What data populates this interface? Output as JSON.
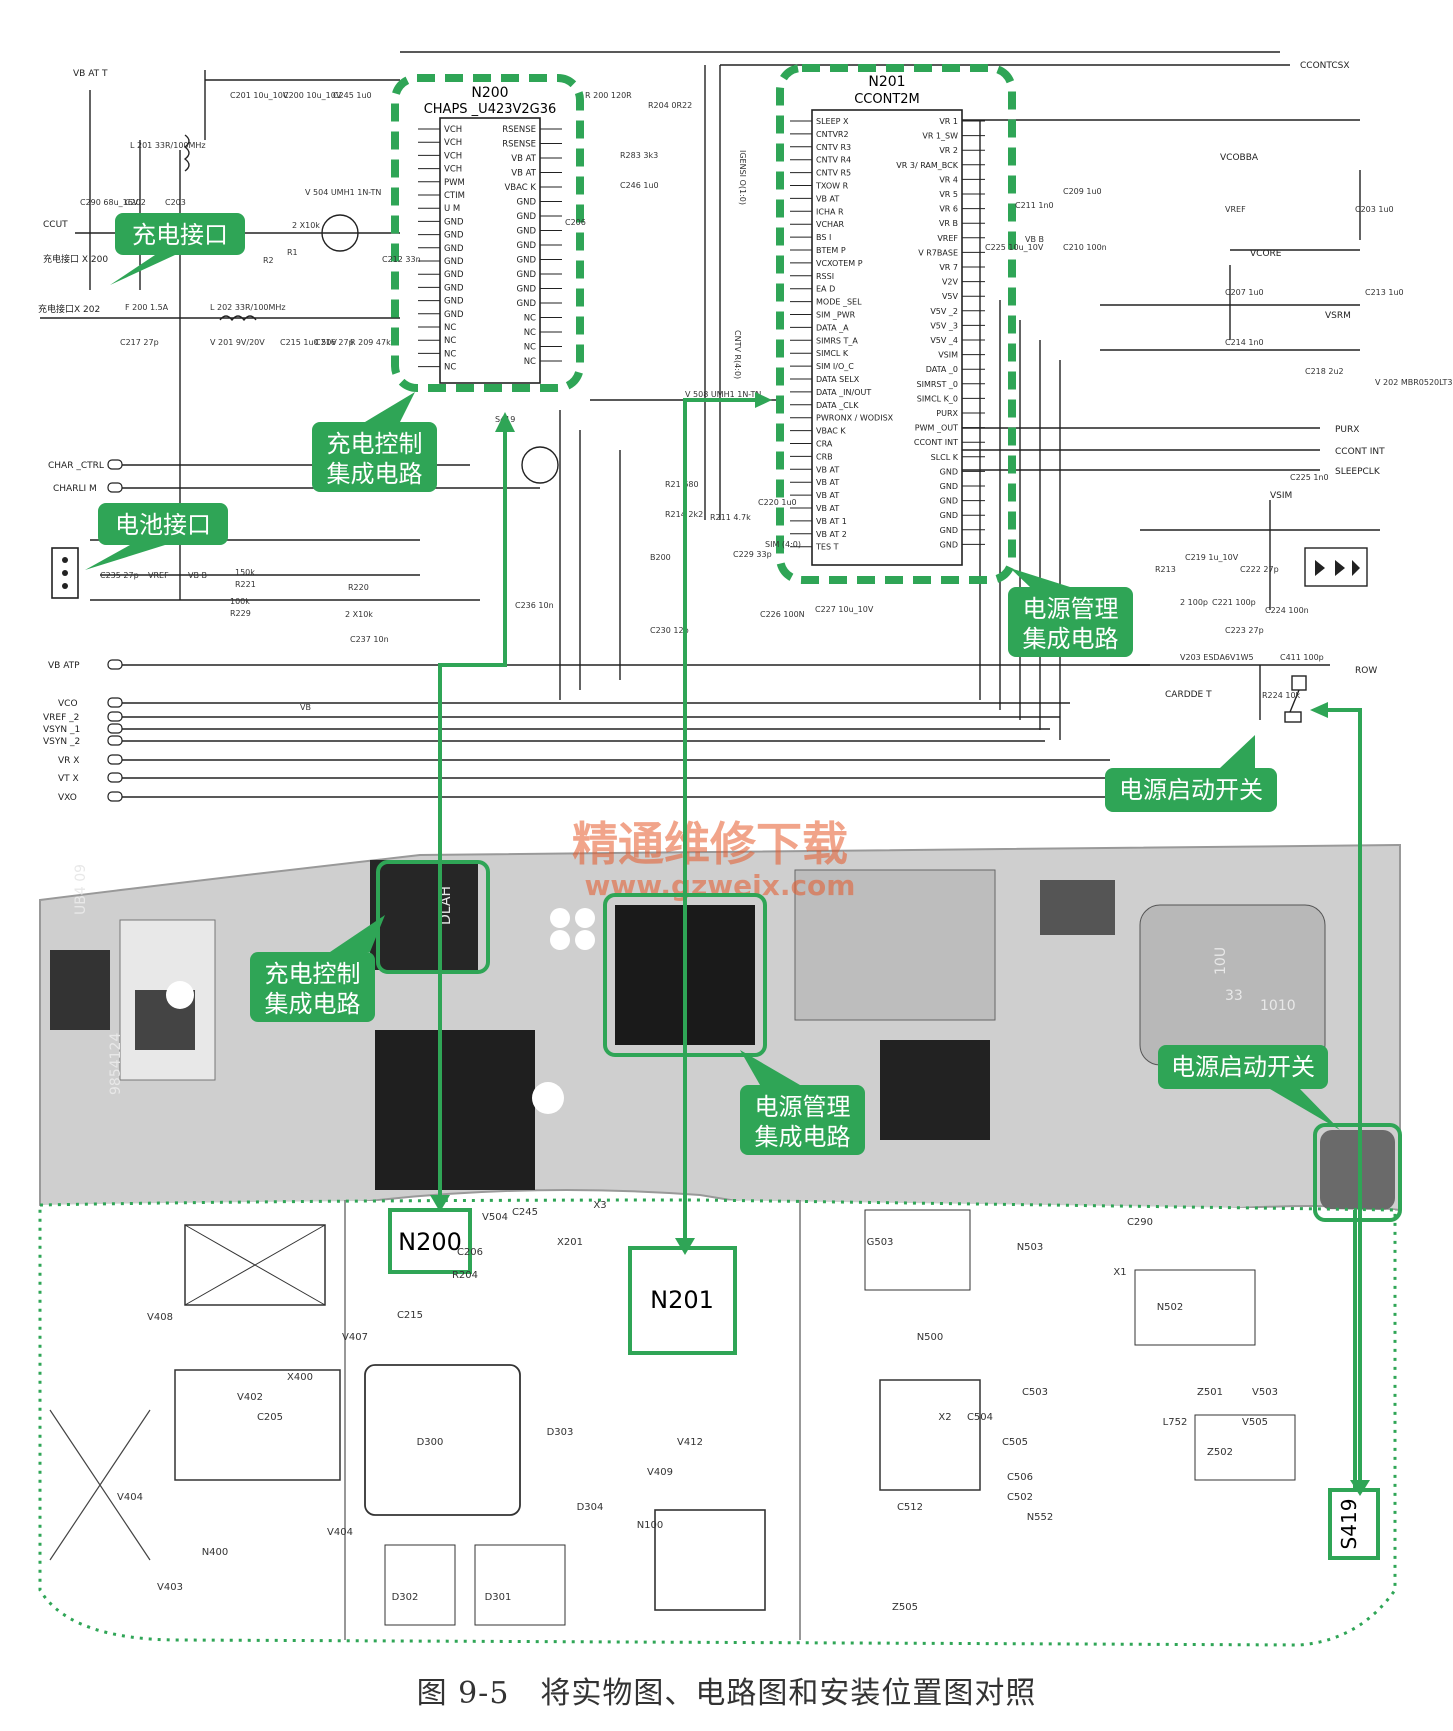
{
  "caption": "图 9-5　将实物图、电路图和安装位置图对照",
  "watermark": {
    "line1": "精通维修下载",
    "line2": "www.gzweix.com"
  },
  "colors": {
    "callout": "#2fa556",
    "callout_text": "#ffffff",
    "wire": "#222222",
    "board_bg": "#d8d8d8",
    "board_dark": "#2a2a2a",
    "watermark": "#e65a2a"
  },
  "schematic": {
    "n200": {
      "ref": "N200",
      "part": "CHAPS _U423V2G36",
      "left_pins": [
        "VCH",
        "VCH",
        "VCH",
        "VCH",
        "PWM",
        "CTIM",
        "U M",
        "GND",
        "GND",
        "GND",
        "GND",
        "GND",
        "GND",
        "GND",
        "GND",
        "NC",
        "NC",
        "NC",
        "NC"
      ],
      "right_pins": [
        "RSENSE",
        "RSENSE",
        "VB AT",
        "VB AT",
        "VBAC K",
        "GND",
        "GND",
        "GND",
        "GND",
        "GND",
        "GND",
        "GND",
        "GND",
        "NC",
        "NC",
        "NC",
        "NC"
      ]
    },
    "n201": {
      "ref": "N201",
      "part": "CCONT2M",
      "left_pins": [
        "SLEEP X",
        "CNTVR2",
        "CNTV R3",
        "CNTV R4",
        "CNTV R5",
        "TXOW R",
        "VB AT",
        "ICHA R",
        "VCHAR",
        "BS I",
        "BTEM P",
        "VCXOTEM P",
        "RSSI",
        "EA D",
        "MODE _SEL",
        "SIM _PWR",
        "DATA _A",
        "SIMRS T_A",
        "SIMCL K",
        "SIM I/O_C",
        "DATA SELX",
        "DATA _IN/OUT",
        "DATA _CLK",
        "PWRONX / WODISX",
        "VBAC K",
        "CRA",
        "CRB",
        "VB AT",
        "VB AT",
        "VB AT",
        "VB AT",
        "VB AT 1",
        "VB AT 2",
        "TES T"
      ],
      "right_pins": [
        "VR 1",
        "VR 1_SW",
        "VR 2",
        "VR 3/ RAM_BCK",
        "VR 4",
        "VR 5",
        "VR 6",
        "VR B",
        "VREF",
        "V R7BASE",
        "VR 7",
        "V2V",
        "V5V",
        "V5V _2",
        "V5V _3",
        "V5V _4",
        "VSIM",
        "DATA _0",
        "SIMRST _0",
        "SIMCL K_0",
        "PURX",
        "PWM _OUT",
        "CCONT INT",
        "SLCL K",
        "GND",
        "GND",
        "GND",
        "GND",
        "GND",
        "GND"
      ]
    },
    "nets_left": [
      "VB AT T",
      "CCUT",
      "充电接口 X 200",
      "充电接口X 202",
      "CHAR _CTRL",
      "CHARLI M",
      "VB ATP",
      "VCO",
      "VREF _2",
      "VSYN _1",
      "VSYN _2",
      "VR X",
      "VT X",
      "VXO"
    ],
    "nets_right": [
      "CCONTCSX",
      "VCOBBA",
      "VCORE",
      "VSRM",
      "PURX",
      "CCONT INT",
      "SLEEPCLK",
      "VSIM",
      "ROW",
      "CARDDE T"
    ],
    "components": [
      "C201 10u_10V",
      "C200 10u_10V",
      "C245 1u0",
      "L 201 33R/100MHz",
      "C290 68u_16V",
      "C202",
      "C203",
      "R 200 120R",
      "R204 0R22",
      "R283 3k3",
      "C246 1u0",
      "C206",
      "V 504 UMH1 1N-TN",
      "2 X10k",
      "R1",
      "R2",
      "C212 33n",
      "F 200 1.5A",
      "L 202 33R/100MHz",
      "C217 27p",
      "V 201 9V/20V",
      "C215 1u0 50V",
      "C216 27p",
      "R 209 47k",
      "C235 27p",
      "VREF",
      "VB B",
      "150k",
      "R221",
      "100k",
      "R229",
      "R220",
      "2 X10k",
      "C237 10n",
      "C236 10n",
      "R21 680",
      "R214 2k2",
      "R211 4.7k",
      "C220 1u0",
      "C229 33p",
      "B200",
      "C230 12p",
      "C226 100N",
      "C227 10u_10V",
      "C225 10u_10V",
      "C211 1n0",
      "VB B",
      "C209 1u0",
      "C210 100n",
      "VREF",
      "C203 1u0",
      "C207 1u0",
      "C213 1u0",
      "C214 1n0",
      "C218 2u2",
      "V 202 MBR0520LT3",
      "C219 1u_10V",
      "R213",
      "2 100p",
      "C221 100p",
      "C222 27p",
      "C223 27p",
      "C224 100n",
      "C225 1n0",
      "V203 ESDA6V1W5",
      "R224 10k",
      "C411 100p",
      "S419",
      "V 508 UMH1 1N-TN",
      "IGENSI O(1:0)",
      "CNTV R(4:0)",
      "SIM (4:0)",
      "VB"
    ]
  },
  "callouts": {
    "charge_port": "充电接口",
    "charge_ic_top": "充电控制\n集成电路",
    "battery_port": "电池接口",
    "power_mgmt_top": "电源管理\n集成电路",
    "power_switch_top": "电源启动开关",
    "charge_ic_photo": "充电控制\n集成电路",
    "power_mgmt_photo": "电源管理\n集成电路",
    "power_switch_photo": "电源启动开关"
  },
  "photo": {
    "labels": [
      "UB4 09",
      "9854124",
      "DLAH",
      "1010",
      "10U",
      "33"
    ]
  },
  "layout_diagram": {
    "boxed": [
      "N200",
      "N201",
      "S419"
    ],
    "parts": [
      "V504",
      "C245",
      "X201",
      "X3",
      "C206",
      "R204",
      "V407",
      "C215",
      "V402",
      "X400",
      "C205",
      "D300",
      "D303",
      "D304",
      "V404",
      "V412",
      "V409",
      "N100",
      "D302",
      "D301",
      "N400",
      "V403",
      "V408",
      "V404",
      "C290",
      "G503",
      "N503",
      "X2",
      "C512",
      "N502",
      "X1",
      "Z502",
      "V503",
      "L752",
      "Z501",
      "N500",
      "V505",
      "C503",
      "C505",
      "C506",
      "C502",
      "C504",
      "N552",
      "Z505"
    ]
  }
}
